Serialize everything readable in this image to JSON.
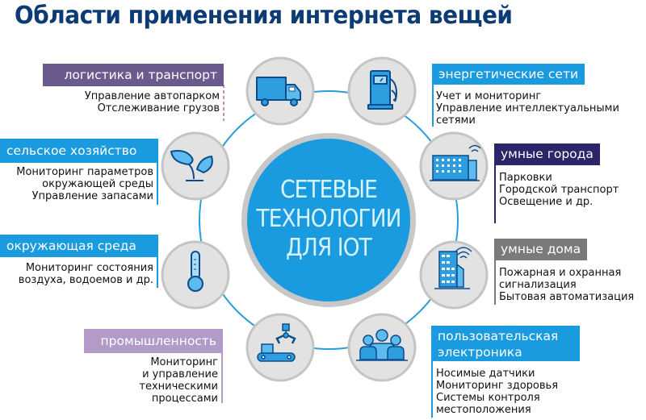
{
  "title": "Области применения интернета вещей",
  "center": {
    "lines": [
      "СЕТЕВЫЕ",
      "ТЕХНОЛОГИИ",
      "ДЛЯ IOT"
    ],
    "fill": "#1a9be0",
    "ring": "#c8c8c8"
  },
  "colors": {
    "title": "#0d3b73",
    "connector": "#2a9fd6",
    "node_fill": "#e2e2e2",
    "node_border": "#c4c4c4",
    "icon_fill": "#2f9ee0",
    "icon_stroke": "#0b4c8c"
  },
  "areas": [
    {
      "id": "logistics",
      "label": "логистика и транспорт",
      "color": "#6b5a8e",
      "icon": "truck-icon",
      "items": [
        "Управление автопарком",
        "Отслеживание грузов"
      ]
    },
    {
      "id": "energy",
      "label": "энергетические сети",
      "color": "#1a9be0",
      "icon": "fuel-pump-icon",
      "items": [
        "Учет и мониторинг",
        "Управление интеллектуальными",
        "сетями"
      ]
    },
    {
      "id": "agriculture",
      "label": "сельское хозяйство",
      "color": "#1a9be0",
      "icon": "plant-icon",
      "items": [
        "Мониторинг параметров",
        "окружающей среды",
        "Управление запасами"
      ]
    },
    {
      "id": "smart-cities",
      "label": "умные города",
      "color": "#2b2669",
      "icon": "city-building-icon",
      "items": [
        "Парковки",
        "Городской транспорт",
        "Освещение и др."
      ]
    },
    {
      "id": "environment",
      "label": "окружающая среда",
      "color": "#1a9be0",
      "icon": "thermometer-icon",
      "items": [
        "Мониторинг состояния",
        "воздуха, водоемов и др."
      ]
    },
    {
      "id": "smart-homes",
      "label": "умные дома",
      "color": "#7a7a7a",
      "icon": "smart-house-icon",
      "items": [
        "Пожарная и охранная",
        "сигнализация",
        "Бытовая автоматизация"
      ]
    },
    {
      "id": "industry",
      "label": "промышленность",
      "color": "#b29ac9",
      "icon": "factory-robot-arm-icon",
      "items": [
        "Мониторинг",
        "и управление",
        "техническими",
        "процессами"
      ]
    },
    {
      "id": "consumer-electronics",
      "label_lines": [
        "пользовательская",
        "электроника"
      ],
      "color": "#1a9be0",
      "icon": "people-icon",
      "items": [
        "Носимые датчики",
        "Мониторинг здоровья",
        "Системы контроля",
        "местоположения"
      ]
    }
  ]
}
